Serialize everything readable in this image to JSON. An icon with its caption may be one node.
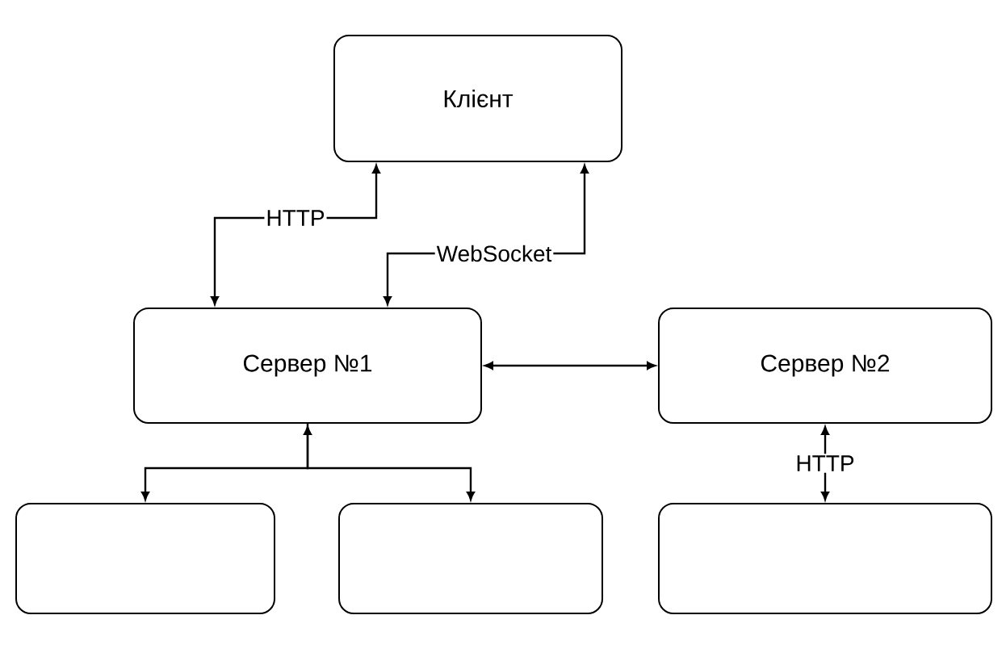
{
  "diagram": {
    "nodes": [
      {
        "text": [
          "Клієнт"
        ]
      },
      {
        "text": [
          "Сервер №1"
        ]
      },
      {
        "text": [
          "Сервер №2"
        ]
      },
      {
        "text": [],
        "shape": "box"
      },
      {
        "text": [],
        "shape": "box"
      },
      {
        "text": [],
        "shape": "box"
      }
    ],
    "edges": [
      {
        "from": 1,
        "to": 0,
        "arrow": "both",
        "label": "HTTP"
      },
      {
        "from": 1,
        "to": 0,
        "arrow": "both",
        "label": "WebSocket"
      },
      {
        "from": 1,
        "to": 2,
        "arrow": "both"
      },
      {
        "from": 1,
        "to": 3,
        "arrow": "both"
      },
      {
        "from": 1,
        "to": 4,
        "arrow": "to"
      },
      {
        "from": 2,
        "to": 5,
        "arrow": "both",
        "label": "HTTP"
      }
    ]
  }
}
